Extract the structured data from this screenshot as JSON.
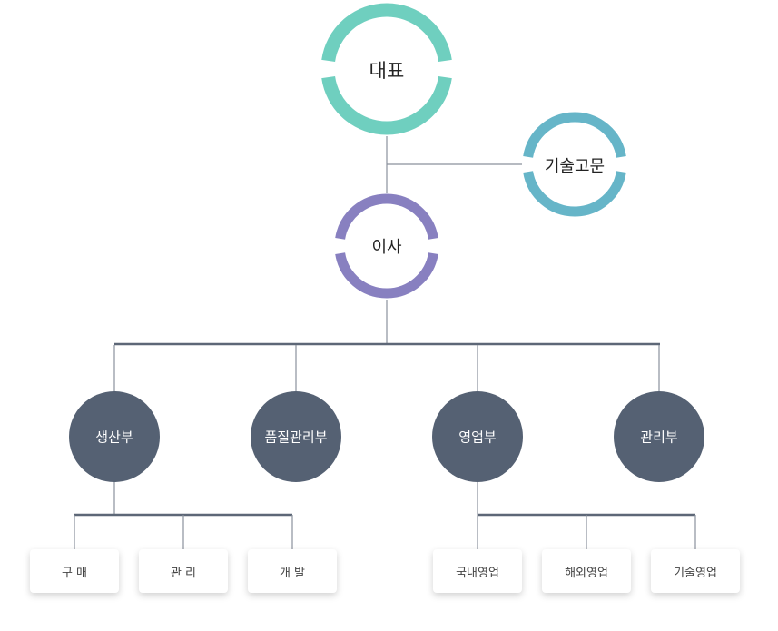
{
  "org": {
    "ceo": {
      "label": "대표",
      "color": "#6fcfbf"
    },
    "advisor": {
      "label": "기술고문",
      "color": "#66b5c8"
    },
    "director": {
      "label": "이사",
      "color": "#8880c0"
    },
    "dept_color": "#556173",
    "line_color": "#8a919c",
    "bus_color": "#5d6777",
    "departments": [
      {
        "label": "생산부"
      },
      {
        "label": "품질관리부"
      },
      {
        "label": "영업부"
      },
      {
        "label": "관리부"
      }
    ],
    "production_teams": [
      {
        "label": "구 매"
      },
      {
        "label": "관 리"
      },
      {
        "label": "개 발"
      }
    ],
    "sales_teams": [
      {
        "label": "국내영업"
      },
      {
        "label": "해외영업"
      },
      {
        "label": "기술영업"
      }
    ]
  }
}
